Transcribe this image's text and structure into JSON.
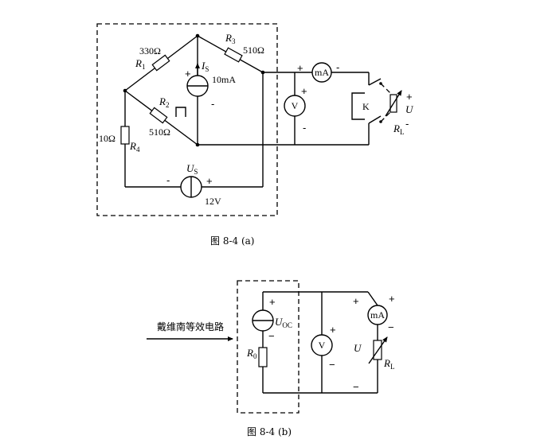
{
  "figure_a": {
    "caption": "图 8-4 (a)",
    "r1_value": "330Ω",
    "r1_label": "R",
    "r1_sub": "1",
    "r3_label": "R",
    "r3_sub": "3",
    "r3_value": "510Ω",
    "r2_label": "R",
    "r2_sub": "2",
    "r2_value": "510Ω",
    "r4_value": "10Ω",
    "r4_label": "R",
    "r4_sub": "4",
    "is_label": "I",
    "is_sub": "S",
    "is_value": "10mA",
    "us_label": "U",
    "us_sub": "S",
    "us_value": "12V",
    "ammeter": "mA",
    "voltmeter": "V",
    "switch": "K",
    "rl_label": "R",
    "rl_sub": "L",
    "u_label": "U",
    "plus": "+",
    "minus": "-"
  },
  "figure_b": {
    "caption": "图 8-4 (b)",
    "arrow_text": "戴维南等效电路",
    "uoc_label": "U",
    "uoc_sub": "OC",
    "r0_label": "R",
    "r0_sub": "0",
    "voltmeter": "V",
    "ammeter": "mA",
    "u_label": "U",
    "rl_label": "R",
    "rl_sub": "L",
    "plus": "+",
    "minus": "−"
  }
}
